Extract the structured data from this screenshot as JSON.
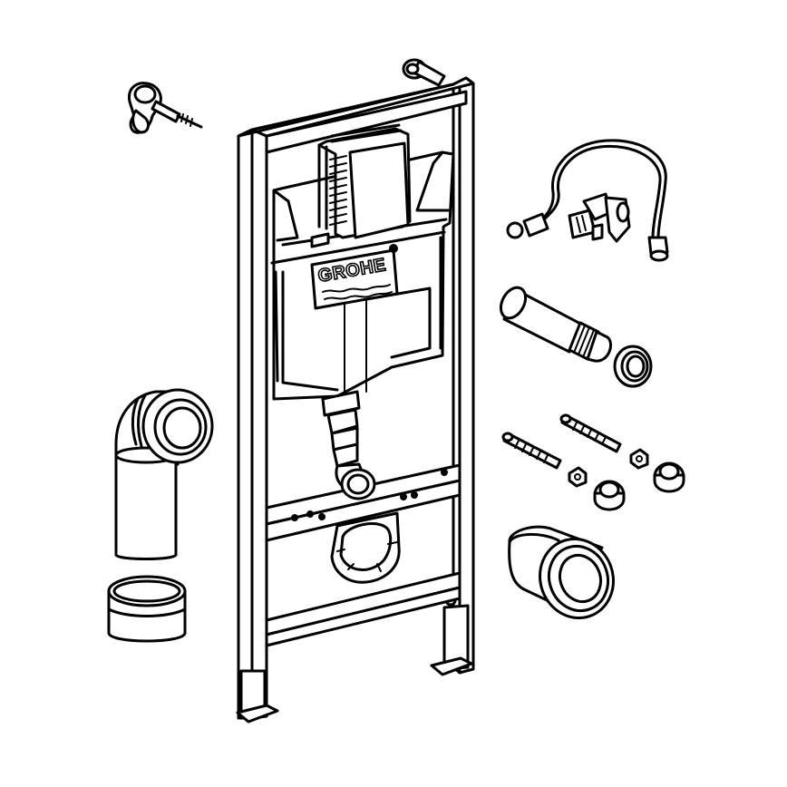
{
  "brand": {
    "logo_text": "GROHE"
  },
  "parts": [
    "wall-anchor-bracket",
    "installation-frame",
    "cistern",
    "actuator-plate-mount",
    "flush-pipe-elbow",
    "water-supply-hose",
    "angle-valve",
    "flush-connector-pipe",
    "sealing-ring",
    "mounting-bolt",
    "nut",
    "cap-nut",
    "drain-elbow",
    "pipe-sleeve",
    "drain-connector"
  ],
  "colors": {
    "line": "#000000",
    "background": "#ffffff"
  }
}
